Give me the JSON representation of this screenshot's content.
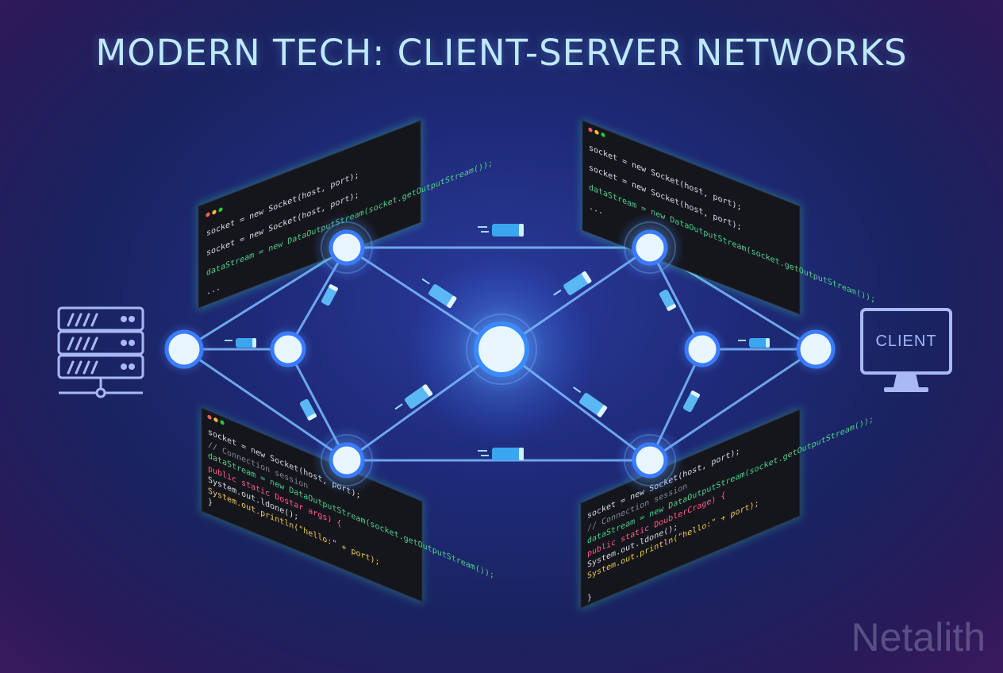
{
  "title": "MODERN TECH: CLIENT-SERVER NETWORKS",
  "client_label": "CLIENT",
  "watermark": "Netalith",
  "icons": {
    "server": "server-rack-icon",
    "client": "monitor-icon"
  },
  "colors": {
    "accent": "#4aa8ff",
    "node_fill": "#e8f7ff",
    "link": "#6fb6ff",
    "packet": "#3aa6f0",
    "code_bg": "#15161c",
    "keyword": "#ff5c8a",
    "type": "#4fd08a",
    "string": "#f0c94a"
  },
  "panels": [
    {
      "id": "top-left",
      "lines": [
        "socket = new Socket(host, port);",
        "socket = new Socket(host, port);",
        "dataStream = new DataOutputStream(socket.getOutputStream());",
        "..."
      ]
    },
    {
      "id": "top-right",
      "lines": [
        "socket = new Socket(host, port);",
        "socket = new Socket(host, port);",
        "dataStream = new DataOutputStream(socket.getOutputStream());",
        "..."
      ]
    },
    {
      "id": "bottom-left",
      "lines": [
        "socket = new Socket(host, port);",
        "// Connection session",
        "dataStream = new DataOutputStream(socket.getOutputStream());",
        "public static Dostar args) {",
        "    System.out.ldone();",
        "    System.out.println(\"hello:\" + port);",
        "}"
      ]
    },
    {
      "id": "bottom-right",
      "lines": [
        "socket = new Socket(host, port);",
        "// Connection session",
        "dataStream = new DataOutputStream(socket.getOutputStream());",
        "public static DoublerCrage) {",
        "    System.out.ldone();",
        "    System.out.println(\"hello:\" + port);",
        "}"
      ]
    }
  ]
}
